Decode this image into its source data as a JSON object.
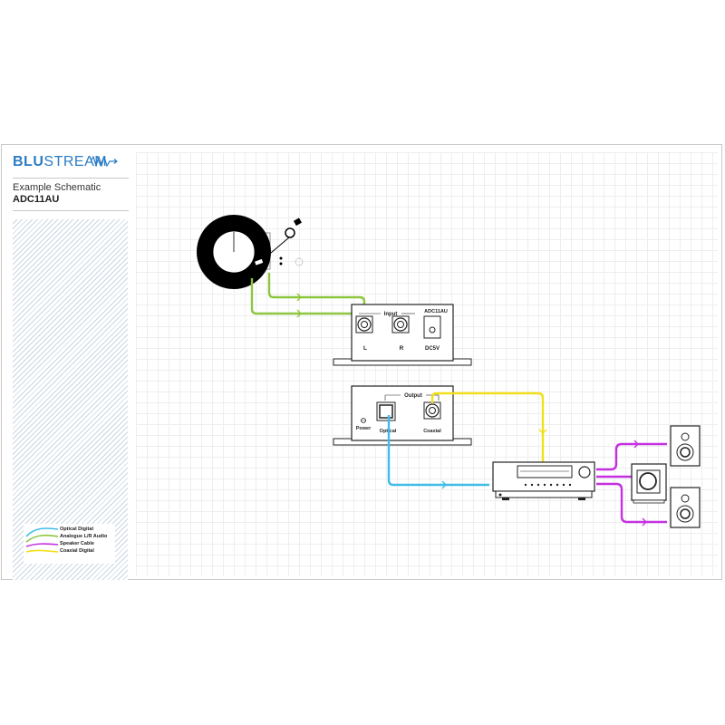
{
  "brand": {
    "logo_bold": "BLU",
    "logo_thin": "STREAM"
  },
  "header": {
    "subtitle": "Example Schematic",
    "model": "ADC11AU"
  },
  "legend": {
    "items": [
      {
        "label": "Optical Digital",
        "color": "#3fbde6"
      },
      {
        "label": "Analogue L/R Audio",
        "color": "#8cc63f"
      },
      {
        "label": "Speaker Cable",
        "color": "#c531e0"
      },
      {
        "label": "Coaxial Digital",
        "color": "#f2e01a"
      }
    ]
  },
  "input_unit": {
    "section_label": "Input",
    "model_label": "ADC11AU",
    "left_label": "L",
    "right_label": "R",
    "dc_label": "DC5V"
  },
  "output_unit": {
    "section_label": "Output",
    "power_label": "Power",
    "optical_label": "Optical",
    "coaxial_label": "Coaxial"
  },
  "colors": {
    "brand_blue": "#2b7cc4",
    "optical": "#3fbde6",
    "analogue": "#8cc63f",
    "speaker": "#c531e0",
    "coaxial": "#f2e01a"
  },
  "icons": [
    "turntable-icon",
    "av-receiver-icon",
    "bookshelf-speaker-icon",
    "subwoofer-icon"
  ]
}
